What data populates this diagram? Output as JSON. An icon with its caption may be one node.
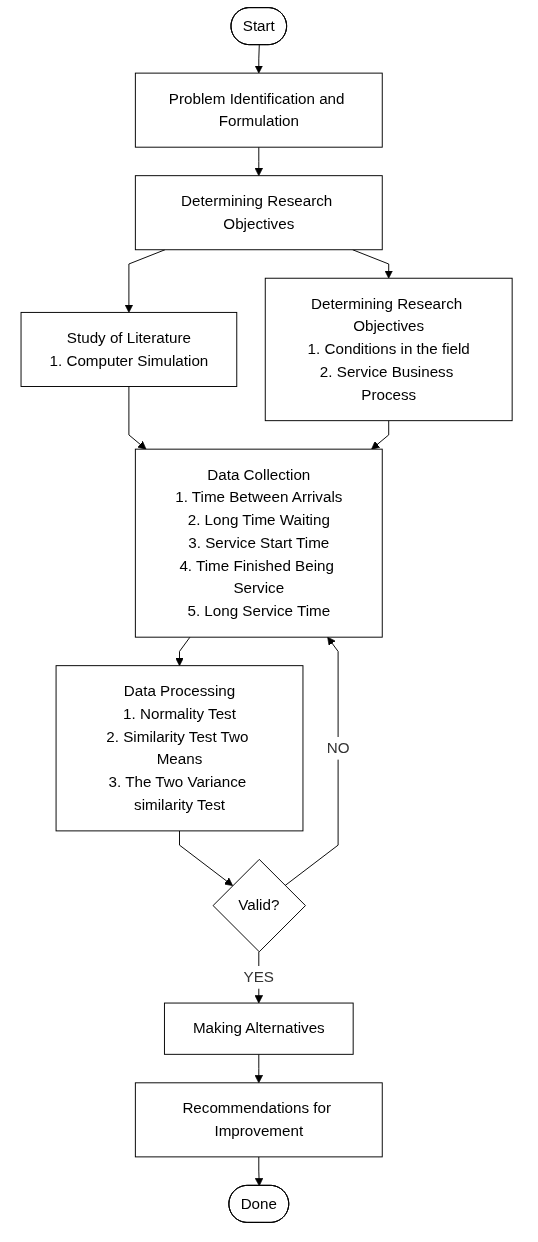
{
  "diagram": {
    "nodes": [
      {
        "text": [
          "Start"
        ]
      },
      {
        "text": [
          "Problem Identification and Formulation"
        ]
      },
      {
        "text": [
          "Determining Research Objectives"
        ]
      },
      {
        "text": [
          "Study of Literature",
          "1. Computer Simulation"
        ]
      },
      {
        "text": [
          "Determining Research Objectives",
          "1. Conditions in the field",
          "2. Service Business Process"
        ]
      },
      {
        "text": [
          "Data Collection",
          "1. Time Between Arrivals",
          "2. Long Time Waiting",
          "3. Service Start Time",
          "4. Time Finished Being Service",
          "5. Long Service Time"
        ]
      },
      {
        "text": [
          "Data Processing",
          "1. Normality Test",
          "2. Similarity Test Two Means",
          "3. The Two Variance similarity Test"
        ]
      },
      {
        "text": [
          "Valid?"
        ]
      },
      {
        "text": [
          "Making Alternatives"
        ]
      },
      {
        "text": [
          "Recommendations for Improvement"
        ]
      },
      {
        "text": [
          "Done"
        ]
      }
    ],
    "edges": [
      {
        "from": 0,
        "to": 1,
        "arrow": "to"
      },
      {
        "from": 1,
        "to": 2,
        "arrow": "to"
      },
      {
        "from": 2,
        "to": 3,
        "arrow": "to"
      },
      {
        "from": 2,
        "to": 4,
        "arrow": "to"
      },
      {
        "from": 3,
        "to": 5,
        "arrow": "to"
      },
      {
        "from": 4,
        "to": 5,
        "arrow": "to"
      },
      {
        "from": 5,
        "to": 6,
        "arrow": "to"
      },
      {
        "from": 6,
        "to": 7,
        "arrow": "to"
      },
      {
        "from": 7,
        "to": 5,
        "arrow": "to",
        "label": "NO"
      },
      {
        "from": 7,
        "to": 8,
        "arrow": "to",
        "label": "YES"
      },
      {
        "from": 8,
        "to": 9,
        "arrow": "to"
      },
      {
        "from": 9,
        "to": 10,
        "arrow": "to"
      }
    ]
  }
}
